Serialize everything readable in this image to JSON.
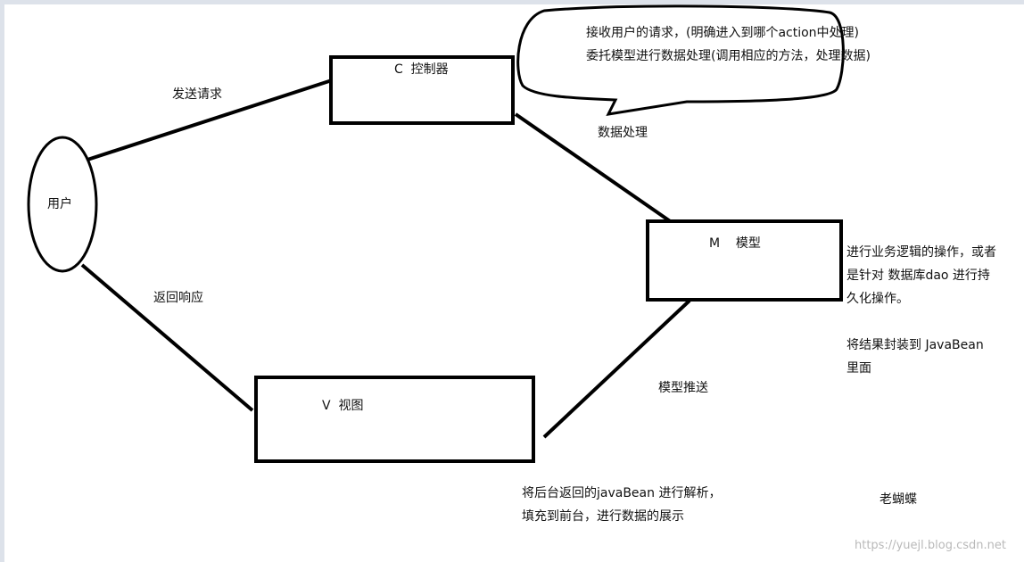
{
  "nodes": {
    "user": "用户",
    "controller": "C  控制器",
    "model": "M    模型",
    "view": "V  视图"
  },
  "edges": {
    "send_request": "发送请求",
    "data_processing": "数据处理",
    "model_push": "模型推送",
    "return_response": "返回响应"
  },
  "notes": {
    "controller_line1": "接收用户的请求，(明确进入到哪个action中处理)",
    "controller_line2": "委托模型进行数据处理(调用相应的方法，处理数据)",
    "model_ops": "进行业务逻辑的操作，或者是针对 数据库dao 进行持久化操作。",
    "model_javabean": "将结果封装到 JavaBean 里面",
    "view_line1": "将后台返回的javaBean 进行解析，",
    "view_line2": "填充到前台，进行数据的展示",
    "author": "老蝴蝶"
  },
  "watermark": "https://yuejl.blog.csdn.net"
}
